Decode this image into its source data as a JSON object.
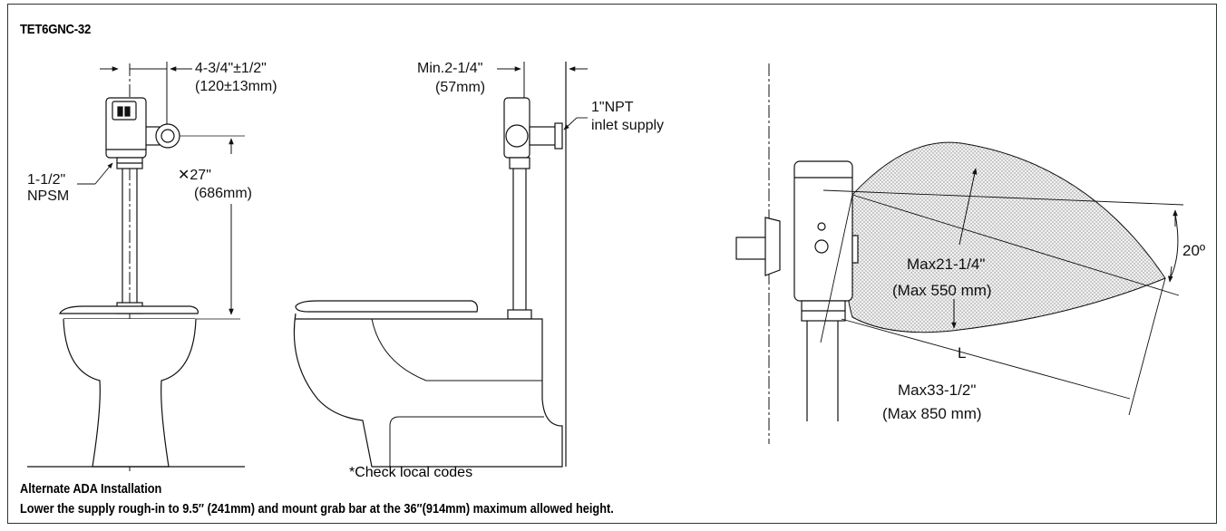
{
  "model": "TET6GNC-32",
  "front_view": {
    "valve_offset": "4-3/4\"±1/2\"",
    "valve_offset_mm": "(120±13mm)",
    "connector": "1-1/2\"",
    "connector_type": "NPSM",
    "height": "✕27\"",
    "height_mm": "(686mm)"
  },
  "side_view": {
    "min_clearance": "Min.2-1/4\"",
    "min_clearance_mm": "(57mm)",
    "inlet": "1\"NPT",
    "inlet_label": "inlet supply"
  },
  "sensor_view": {
    "angle": "20º",
    "range": "Max21-1/4\"",
    "range_mm": "(Max 550 mm)",
    "length_label": "L",
    "length": "Max33-1/2\"",
    "length_mm": "(Max 850 mm)"
  },
  "footnote": "*Check local codes",
  "ada": {
    "title": "Alternate ADA Installation",
    "body": "Lower the supply rough-in to 9.5″ (241mm) and mount grab bar at the 36″(914mm) maximum allowed height."
  }
}
